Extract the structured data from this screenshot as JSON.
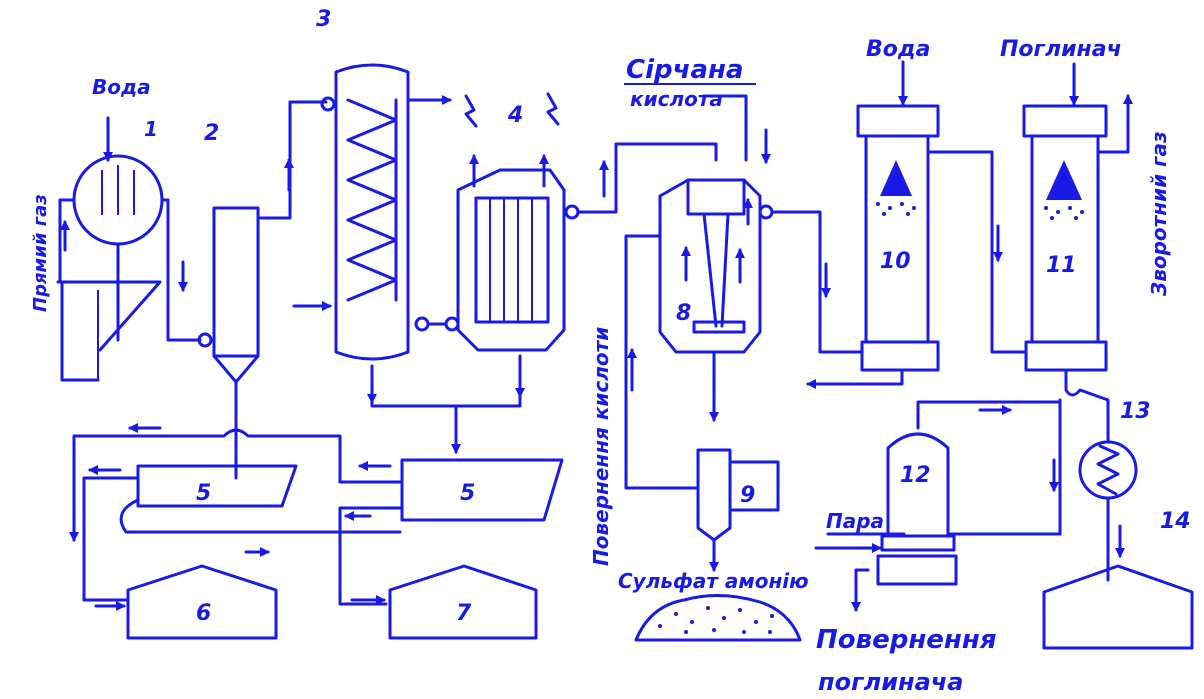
{
  "labels": {
    "water_1": "Вода",
    "coke_gas": "Прямий газ",
    "sulfuric_acid_1": "Сірчана",
    "sulfuric_acid_2": "кислота",
    "water_10": "Вода",
    "absorbent": "Поглинач",
    "return_gas": "Зворотний газ",
    "return_acid": "Повернення кислоти",
    "steam": "Пара",
    "ammonium_sulfate": "Сульфат амонію",
    "return_absorbent_1": "Повернення",
    "return_absorbent_2": "поглинача"
  },
  "numbers": {
    "n1": "1",
    "n2": "2",
    "n3": "3",
    "n4": "4",
    "n5a": "5",
    "n5b": "5",
    "n6": "6",
    "n7": "7",
    "n8": "8",
    "n9": "9",
    "n10": "10",
    "n11": "11",
    "n12": "12",
    "n13": "13",
    "n14": "14"
  },
  "colors": {
    "ink": "#1a1ae6",
    "background": "#ffffff"
  }
}
